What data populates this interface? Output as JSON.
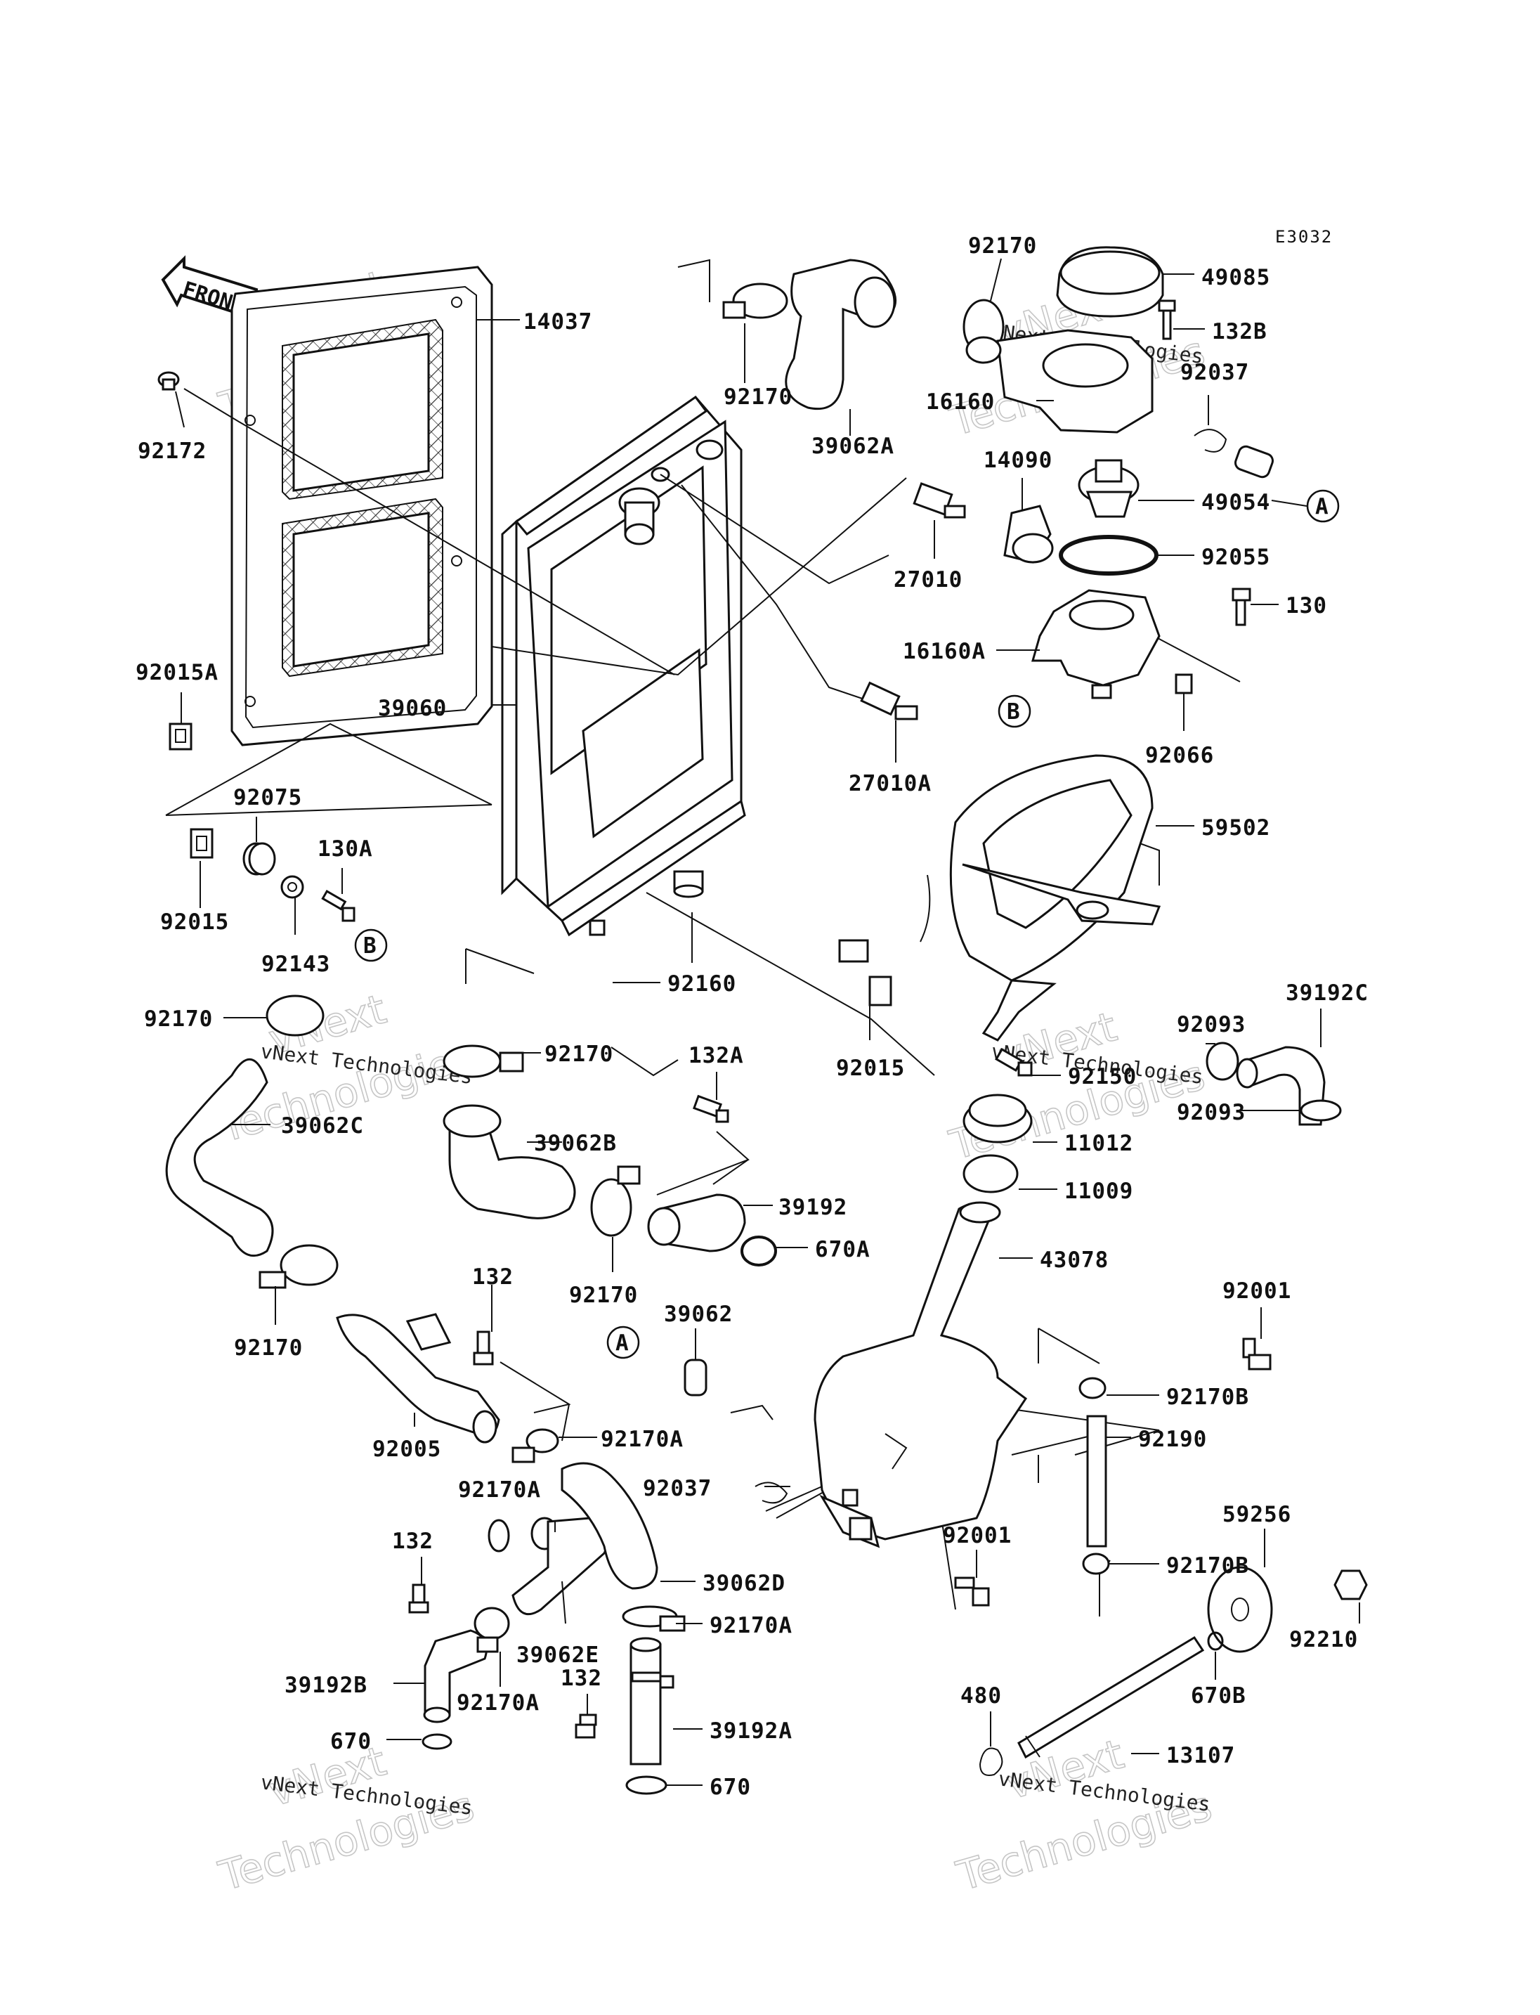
{
  "diagram_code": "E3032",
  "front_label": "FRONT",
  "watermark": {
    "brand": "vNext",
    "text": "vNext Technologies",
    "text2": "Technologies"
  },
  "callouts": {
    "c14037": "14037",
    "c92172": "92172",
    "c92015A": "92015A",
    "c39060": "39060",
    "c92075": "92075",
    "c130A": "130A",
    "c92015_left": "92015",
    "c92143": "92143",
    "cB_left": "B",
    "c92170_top": "92170",
    "c39062A": "39062A",
    "c92170_top2": "92170",
    "c49085": "49085",
    "c132B": "132B",
    "c92037_top": "92037",
    "c16160": "16160",
    "c14090": "14090",
    "c49054": "49054",
    "cA_top": "A",
    "c92055": "92055",
    "c27010": "27010",
    "c130": "130",
    "c16160A": "16160A",
    "cB_mid": "B",
    "c92066": "92066",
    "c27010A": "27010A",
    "c59502": "59502",
    "c92160": "92160",
    "c92170_left": "92170",
    "c92170_mid": "92170",
    "c39062C": "39062C",
    "c92015_mid": "92015",
    "c92150": "92150",
    "c92093_a": "92093",
    "c39192C": "39192C",
    "c92093_b": "92093",
    "c132A": "132A",
    "c39062B": "39062B",
    "c11012": "11012",
    "c11009": "11009",
    "c39192": "39192",
    "c670A": "670A",
    "c43078": "43078",
    "c92170_low": "92170",
    "c132_a": "132",
    "c92170_lowleft": "92170",
    "c39062": "39062",
    "cA_low": "A",
    "c92001_a": "92001",
    "c92170B_a": "92170B",
    "c92005": "92005",
    "c92170A_a": "92170A",
    "c92190": "92190",
    "c92170A_b": "92170A",
    "c92037_low": "92037",
    "c59256": "59256",
    "c132_b": "132",
    "c92001_b": "92001",
    "c92170B_b": "92170B",
    "c39062D": "39062D",
    "c92170A_c": "92170A",
    "c39062E": "39062E",
    "c92210": "92210",
    "c39192B": "39192B",
    "c132_c": "132",
    "c480": "480",
    "c670B": "670B",
    "c92170A_d": "92170A",
    "c39192A": "39192A",
    "c670_a": "670",
    "c13107": "13107",
    "c670_b": "670"
  }
}
